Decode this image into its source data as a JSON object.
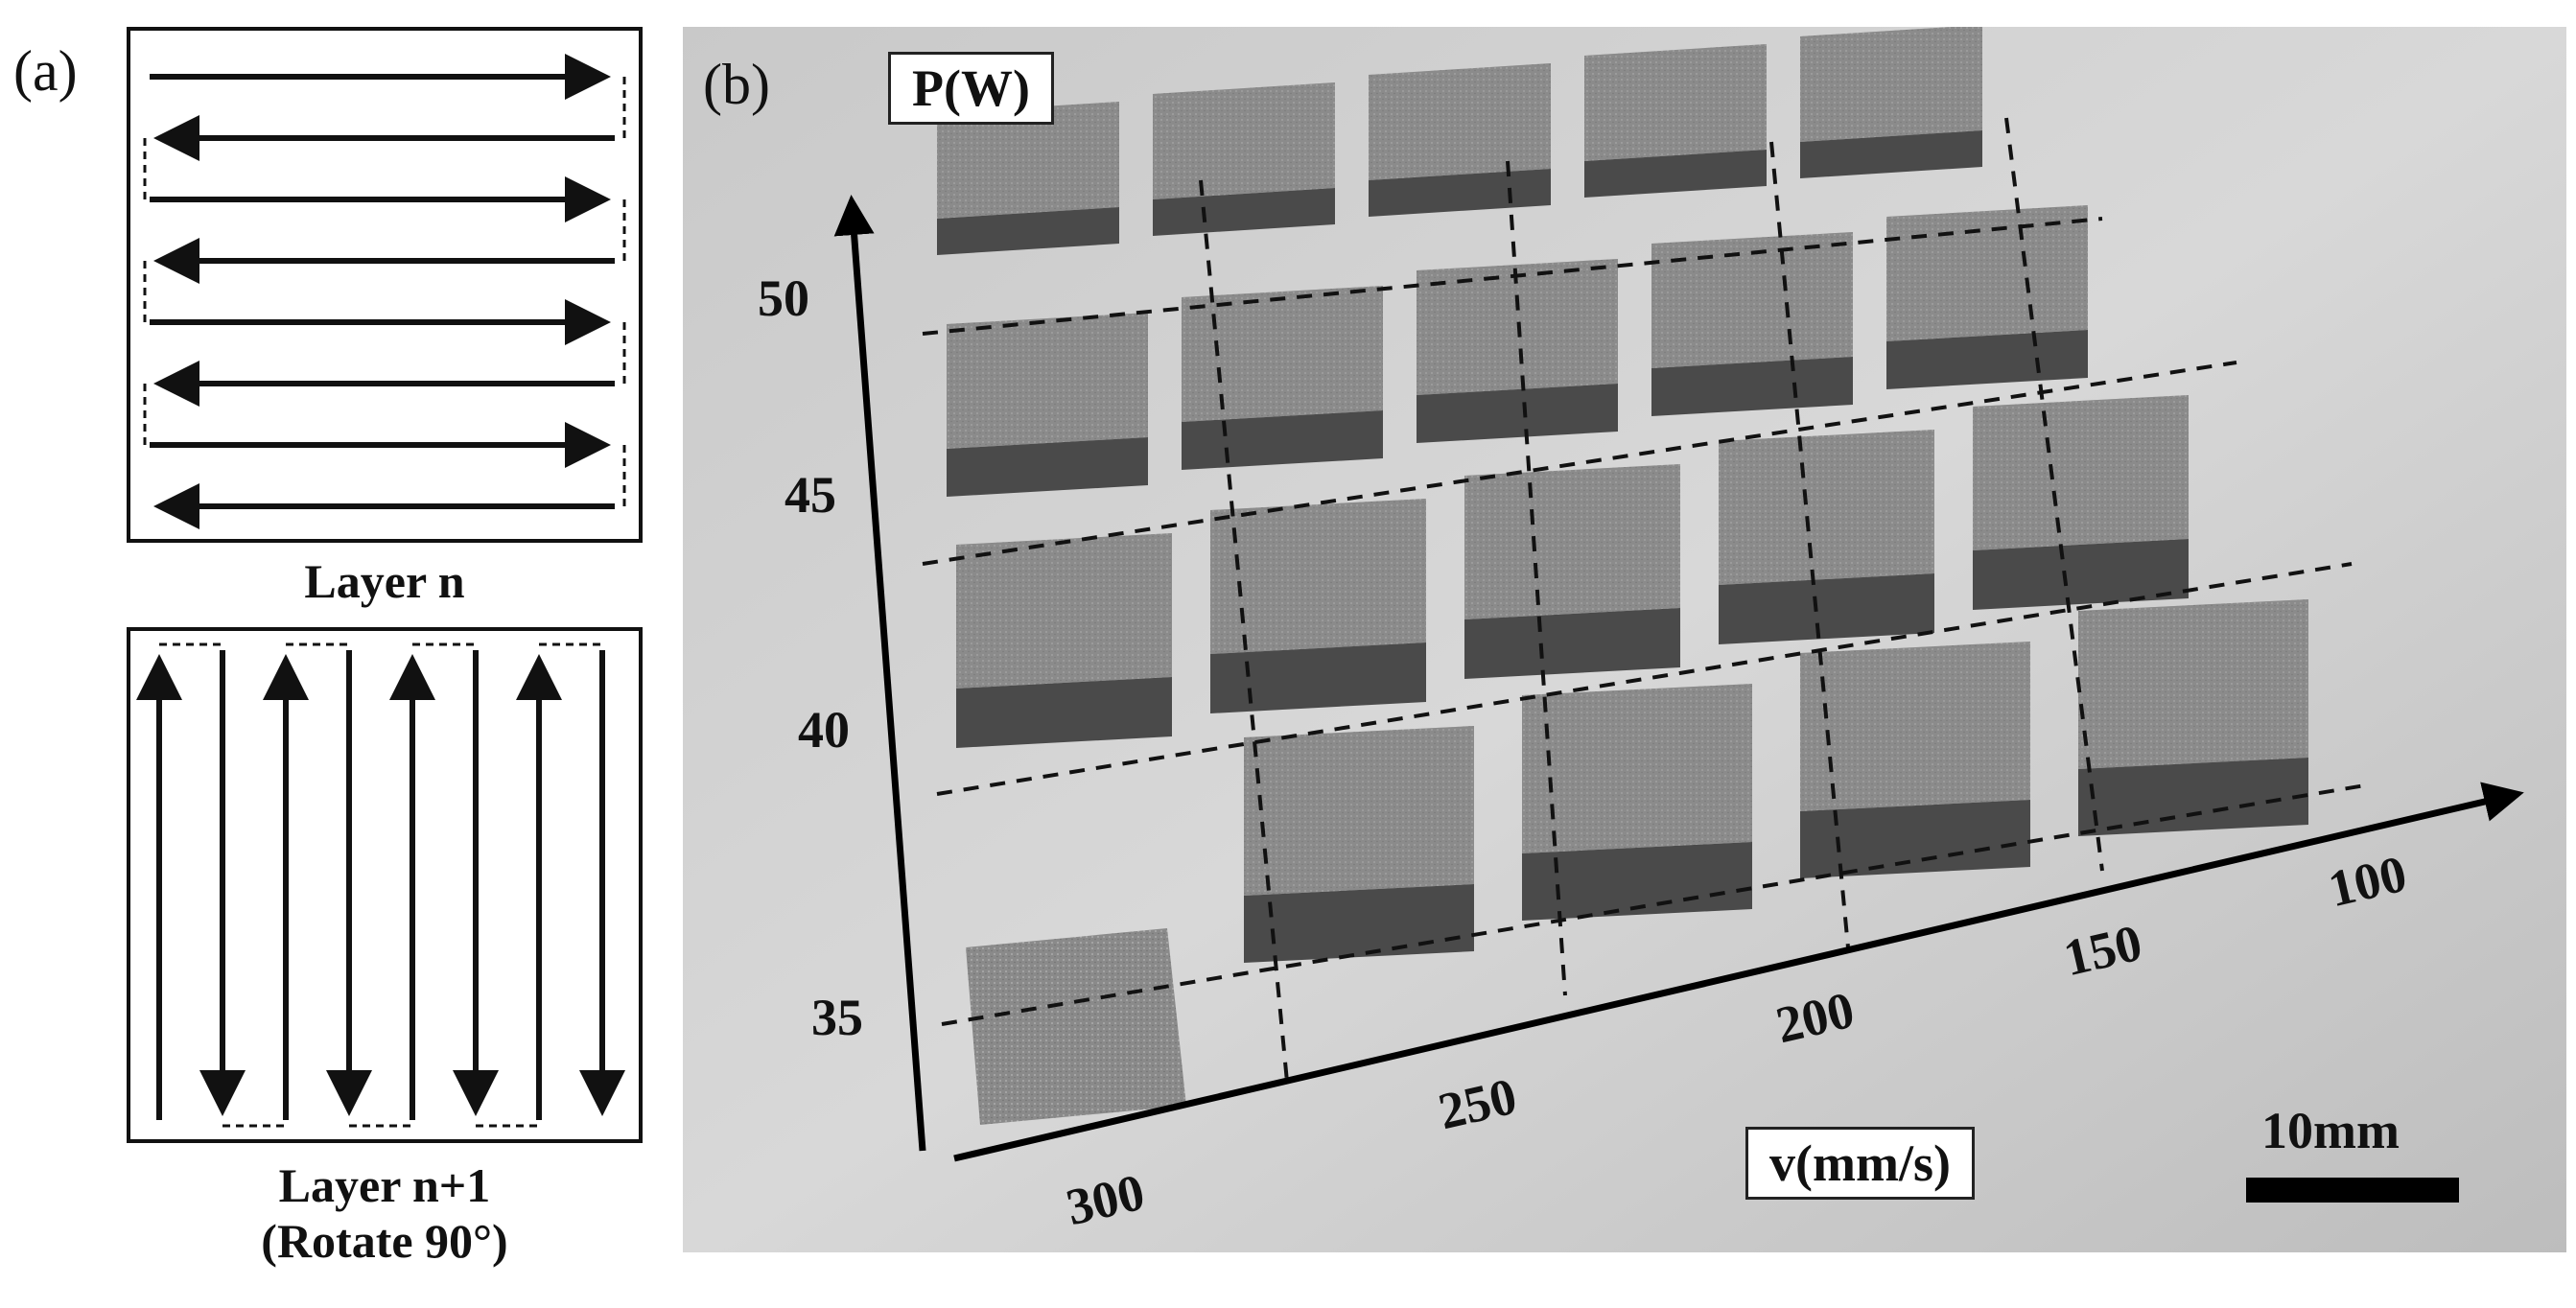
{
  "panel_a": {
    "label": "(a)",
    "layer_n_caption": "Layer n",
    "layer_n1_caption_line1": "Layer n+1",
    "layer_n1_caption_line2": "(Rotate 90°)"
  },
  "panel_b": {
    "label": "(b)",
    "power_axis_label": "P(W)",
    "speed_axis_label": "v(mm/s)",
    "power_ticks": [
      "50",
      "45",
      "40",
      "35"
    ],
    "speed_ticks": [
      "300",
      "250",
      "200",
      "150",
      "100"
    ],
    "scale_bar_label": "10mm"
  },
  "colors": {
    "photo_background": "#cfcfcf",
    "sample_top": "#8c8c8c",
    "sample_side": "#4a4a4a",
    "line": "#111111"
  }
}
